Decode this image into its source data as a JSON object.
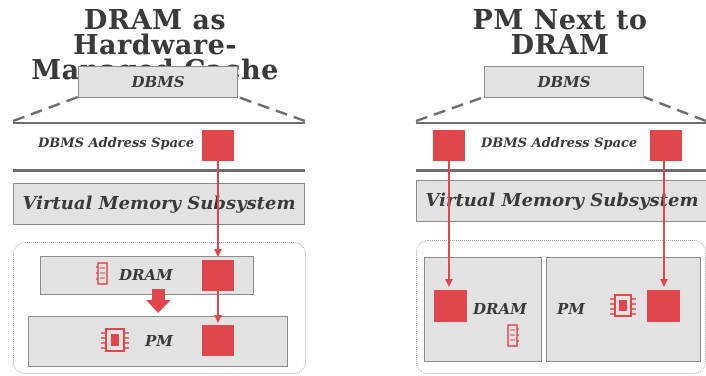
{
  "left": {
    "title_line1": "DRAM as Hardware-",
    "title_line2": "Managed Cache",
    "dbms": "DBMS",
    "address_space": "DBMS Address Space",
    "vms": "Virtual Memory Subsystem",
    "dram": "DRAM",
    "pm": "PM"
  },
  "right": {
    "title_line1": "PM Next to",
    "title_line2": "DRAM",
    "dbms": "DBMS",
    "address_space": "DBMS Address Space",
    "vms": "Virtual Memory Subsystem",
    "dram": "DRAM",
    "pm": "PM"
  },
  "colors": {
    "accent": "#e0474c",
    "box_fill": "#e2e2e2",
    "text": "#3a3a3a"
  }
}
